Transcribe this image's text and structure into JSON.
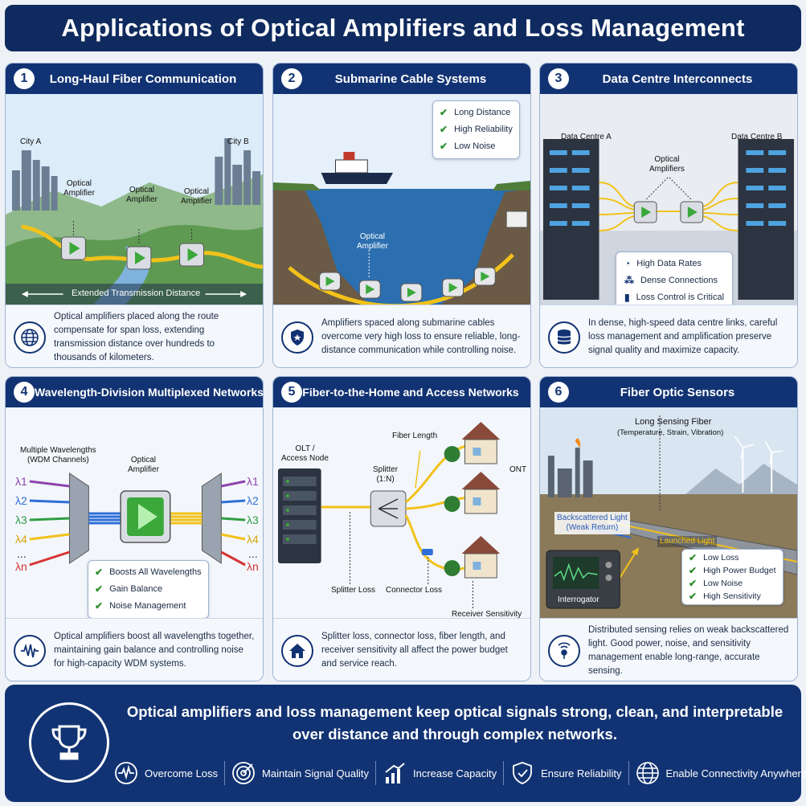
{
  "title": "Applications of Optical Amplifiers and Loss Management",
  "panels": [
    {
      "num": "1",
      "title": "Long-Haul Fiber Communication",
      "labels": {
        "city_a": "City A",
        "city_b": "City B",
        "amp1": "Optical\nAmplifier",
        "amp2": "Optical\nAmplifier",
        "amp3": "Optical\nAmplifier",
        "distance": "Extended Transmission Distance"
      },
      "description": "Optical amplifiers placed along the route compensate for span loss, extending transmission distance over hundreds to thousands of kilometers."
    },
    {
      "num": "2",
      "title": "Submarine Cable Systems",
      "labels": {
        "amp": "Optical\nAmplifier"
      },
      "checks": [
        "Long Distance",
        "High Reliability",
        "Low Noise"
      ],
      "description": "Amplifiers spaced along submarine cables overcome very high loss to ensure reliable, long-distance communication while controlling noise."
    },
    {
      "num": "3",
      "title": "Data Centre Interconnects",
      "labels": {
        "dc_a": "Data Centre A",
        "dc_b": "Data Centre B",
        "amps": "Optical\nAmplifiers"
      },
      "features": [
        "High Data Rates",
        "Dense Connections",
        "Loss Control is Critical"
      ],
      "description": "In dense, high-speed data centre links, careful loss management and amplification preserve signal quality and maximize capacity."
    },
    {
      "num": "4",
      "title": "Wavelength-Division Multiplexed Networks",
      "labels": {
        "channels": "Multiple Wavelengths\n(WDM Channels)",
        "amp": "Optical\nAmplifier",
        "wavelengths": [
          "λ1",
          "λ2",
          "λ3",
          "λ4",
          "...",
          "λn"
        ]
      },
      "checks": [
        "Boosts All Wavelengths",
        "Gain Balance",
        "Noise Management"
      ],
      "description": "Optical amplifiers boost all wavelengths together, maintaining gain balance and controlling noise for high-capacity WDM systems."
    },
    {
      "num": "5",
      "title": "Fiber-to-the-Home and Access Networks",
      "labels": {
        "olt": "OLT /\nAccess Node",
        "splitter": "Splitter\n(1:N)",
        "fiber_length": "Fiber Length",
        "ont": "ONT",
        "splitter_loss": "Splitter Loss",
        "connector_loss": "Connector Loss",
        "receiver": "Receiver Sensitivity"
      },
      "description": "Splitter loss, connector loss, fiber length, and receiver sensitivity all affect the power budget and service reach."
    },
    {
      "num": "6",
      "title": "Fiber Optic Sensors",
      "labels": {
        "sensing": "Long Sensing Fiber",
        "sensing_sub": "(Temperature, Strain, Vibration)",
        "backscatter": "Backscattered Light\n(Weak Return)",
        "launched": "Launched Light",
        "interrogator": "Interrogator"
      },
      "checks": [
        "Low Loss",
        "High Power Budget",
        "Low Noise",
        "High Sensitivity"
      ],
      "description": "Distributed sensing relies on weak backscattered light. Good power, noise, and sensitivity management enable long-range, accurate sensing."
    }
  ],
  "footer": {
    "text": "Optical amplifiers and loss management keep optical signals strong, clean, and interpretable over distance and through complex networks.",
    "benefits": [
      "Overcome Loss",
      "Maintain Signal Quality",
      "Increase Capacity",
      "Ensure Reliability",
      "Enable Connectivity Anywhere"
    ]
  },
  "colors": {
    "navy": "#123373",
    "green": "#2f8f2f",
    "fiber_yellow": "#f2c21a",
    "amp_green": "#3aa83a"
  }
}
